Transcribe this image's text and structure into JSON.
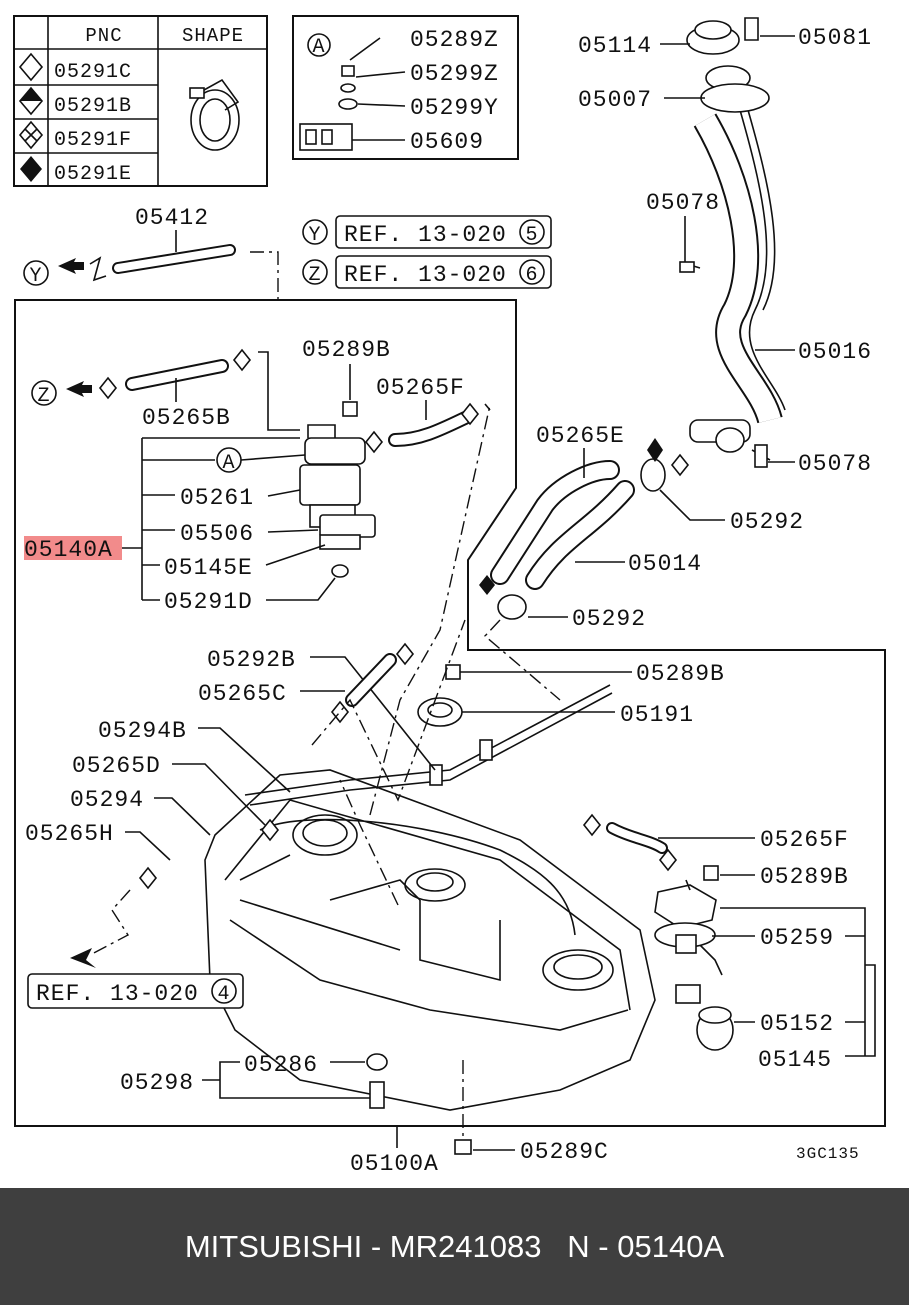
{
  "legend": {
    "header_pnc": "PNC",
    "header_shape": "SHAPE",
    "rows": [
      "05291C",
      "05291B",
      "05291F",
      "05291E"
    ]
  },
  "detail_a": {
    "marker": "A",
    "parts": [
      "05289Z",
      "05299Z",
      "05299Y",
      "05609"
    ]
  },
  "refs": [
    {
      "marker": "Y",
      "text": "REF. 13-020",
      "num": "5"
    },
    {
      "marker": "Z",
      "text": "REF. 13-020",
      "num": "6"
    },
    {
      "marker": "",
      "text": "REF. 13-020",
      "num": "4"
    }
  ],
  "arrow_markers": {
    "y": "Y",
    "z": "Z",
    "a": "A"
  },
  "labels": {
    "p05412": "05412",
    "p05114": "05114",
    "p05081": "05081",
    "p05007": "05007",
    "p05078a": "05078",
    "p05016": "05016",
    "p05078b": "05078",
    "p05289b_1": "05289B",
    "p05265f_1": "05265F",
    "p05265b": "05265B",
    "p05261": "05261",
    "p05506": "05506",
    "p05140a": "05140A",
    "p05145e": "05145E",
    "p05291d": "05291D",
    "p05265e": "05265E",
    "p05292_1": "05292",
    "p05014": "05014",
    "p05292_2": "05292",
    "p05292b": "05292B",
    "p05289b_2": "05289B",
    "p05265c": "05265C",
    "p05191": "05191",
    "p05294b": "05294B",
    "p05265d": "05265D",
    "p05294": "05294",
    "p05265h": "05265H",
    "p05265f_2": "05265F",
    "p05289b_3": "05289B",
    "p05259": "05259",
    "p05152": "05152",
    "p05145": "05145",
    "p05298": "05298",
    "p05286": "05286",
    "p05100a": "05100A",
    "p05289c": "05289C",
    "code": "3GC135"
  },
  "footer": {
    "text": "MITSUBISHI - MR241083   N - 05140A"
  },
  "colors": {
    "highlight": "#f28b8b",
    "footer_bg": "#3f3f3f"
  }
}
